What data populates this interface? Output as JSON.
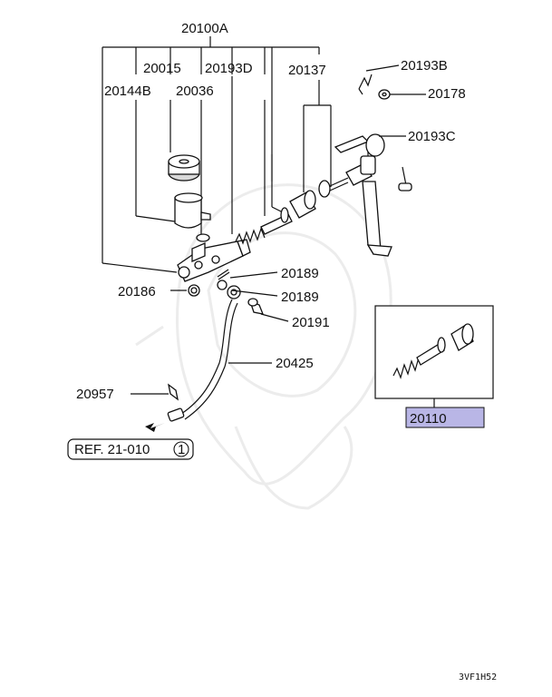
{
  "labels": {
    "p20100A": "20100A",
    "p20015": "20015",
    "p20193D": "20193D",
    "p20137": "20137",
    "p20144B": "20144B",
    "p20036": "20036",
    "p20193B": "20193B",
    "p20178": "20178",
    "p20193C": "20193C",
    "p20189a": "20189",
    "p20189b": "20189",
    "p20186": "20186",
    "p20191": "20191",
    "p20425": "20425",
    "p20957": "20957",
    "p20110": "20110"
  },
  "reference": {
    "text": "REF. 21-010",
    "circled": "1"
  },
  "diagram_code": "3VF1H52",
  "highlight_color": "#b9b6e6"
}
